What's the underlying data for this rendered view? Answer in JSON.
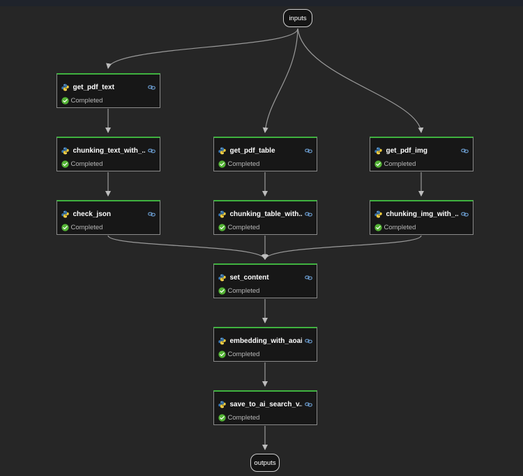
{
  "io": {
    "inputs": "inputs",
    "outputs": "outputs"
  },
  "nodes": [
    {
      "id": "get_pdf_text",
      "title": "get_pdf_text",
      "status": "Completed"
    },
    {
      "id": "chunking_text",
      "title": "chunking_text_with_...",
      "status": "Completed"
    },
    {
      "id": "get_pdf_table",
      "title": "get_pdf_table",
      "status": "Completed"
    },
    {
      "id": "get_pdf_img",
      "title": "get_pdf_img",
      "status": "Completed"
    },
    {
      "id": "check_json",
      "title": "check_json",
      "status": "Completed"
    },
    {
      "id": "chunking_table",
      "title": "chunking_table_with...",
      "status": "Completed"
    },
    {
      "id": "chunking_img",
      "title": "chunking_img_with_...",
      "status": "Completed"
    },
    {
      "id": "set_content",
      "title": "set_content",
      "status": "Completed"
    },
    {
      "id": "embedding",
      "title": "embedding_with_aoai",
      "status": "Completed"
    },
    {
      "id": "save_to_ai_search",
      "title": "save_to_ai_search_v...",
      "status": "Completed"
    }
  ],
  "colors": {
    "background": "#262626",
    "node_fill": "#171717",
    "node_accent": "#3fb23f",
    "edge": "#9a9a9a",
    "status_ok": "#54b435"
  },
  "icons": {
    "node_type": "python-icon",
    "node_link": "link-icon",
    "status": "check-circle-icon"
  }
}
